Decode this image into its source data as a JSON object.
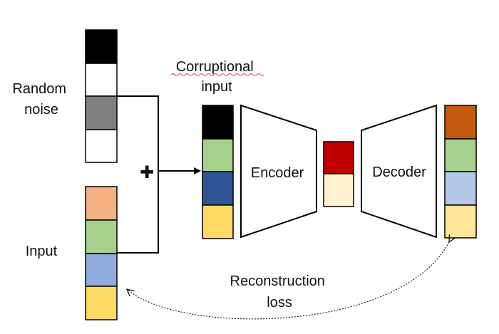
{
  "labels": {
    "noise": [
      "Random",
      "noise"
    ],
    "input": "Input",
    "corrupted": [
      "Corruptional",
      "input"
    ],
    "encoder": "Encoder",
    "decoder": "Decoder",
    "loss": [
      "Reconstruction",
      "loss"
    ]
  },
  "plus_symbol": "✚",
  "colors": {
    "stroke": "#000000",
    "spellcheck_underline": "#e06060",
    "noise_vector": [
      "#000000",
      "#ffffff",
      "#7f7f7f",
      "#ffffff"
    ],
    "input_vector": [
      "#f4b183",
      "#a9d18e",
      "#8faadc",
      "#ffd966"
    ],
    "corrupted_vector": [
      "#000000",
      "#a9d18e",
      "#2f5597",
      "#ffd966"
    ],
    "latent_vector": [
      "#c00000",
      "#fff2cc"
    ],
    "output_vector": [
      "#c55a11",
      "#a9d18e",
      "#b4c7e7",
      "#ffe699"
    ]
  }
}
